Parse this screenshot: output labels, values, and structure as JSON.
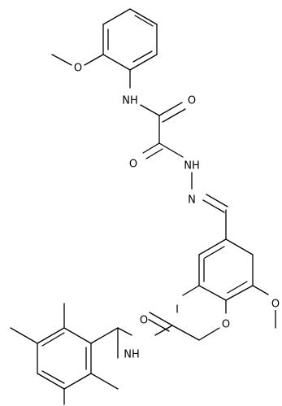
{
  "structure": {
    "atom_labels": [
      {
        "id": "o-methoxy-top",
        "text": "O"
      },
      {
        "id": "nh-amide-top",
        "text": "NH"
      },
      {
        "id": "o-carbonyl-1",
        "text": "O"
      },
      {
        "id": "o-carbonyl-2",
        "text": "O"
      },
      {
        "id": "nh-hydrazide",
        "text": "NH"
      },
      {
        "id": "n-imine",
        "text": "N"
      },
      {
        "id": "iodine",
        "text": "I"
      },
      {
        "id": "o-methoxy-right",
        "text": "O"
      },
      {
        "id": "o-ether",
        "text": "O"
      },
      {
        "id": "o-carbonyl-3",
        "text": "O"
      },
      {
        "id": "nh-amide-bottom",
        "text": "NH"
      }
    ]
  }
}
